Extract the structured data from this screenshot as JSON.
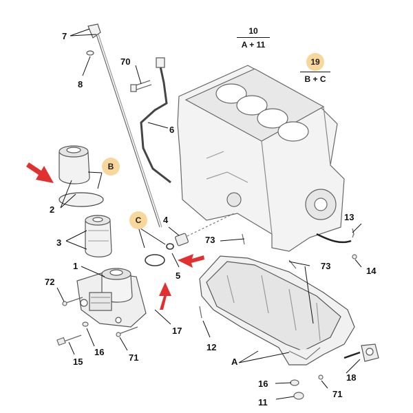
{
  "colors": {
    "badge_fill": "#f7d79b",
    "arrow": "#e0302f",
    "line": "#222222",
    "part_fill": "#f2f2f2",
    "part_stroke": "#555555"
  },
  "groups": {
    "g10": {
      "number": "10",
      "sub": "A + 11"
    },
    "g19": {
      "number": "19",
      "sub": "B + C"
    }
  },
  "badges": {
    "b": "B",
    "c": "C",
    "g19": "19"
  },
  "callouts": {
    "n7": "7",
    "n8": "8",
    "n70": "70",
    "n6": "6",
    "n2": "2",
    "n3": "3",
    "n1": "1",
    "n72": "72",
    "n4": "4",
    "n5": "5",
    "n73a": "73",
    "n73b": "73",
    "n13": "13",
    "n14": "14",
    "n17": "17",
    "n16a": "16",
    "n15": "15",
    "n71a": "71",
    "n12": "12",
    "na": "A",
    "n16b": "16",
    "n11": "11",
    "n71b": "71",
    "n18": "18"
  },
  "icons": [
    "red-arrow-icon",
    "dipstick",
    "oil-filter-housing",
    "oil-cooler",
    "engine-block",
    "oil-sump",
    "engine-mount"
  ]
}
